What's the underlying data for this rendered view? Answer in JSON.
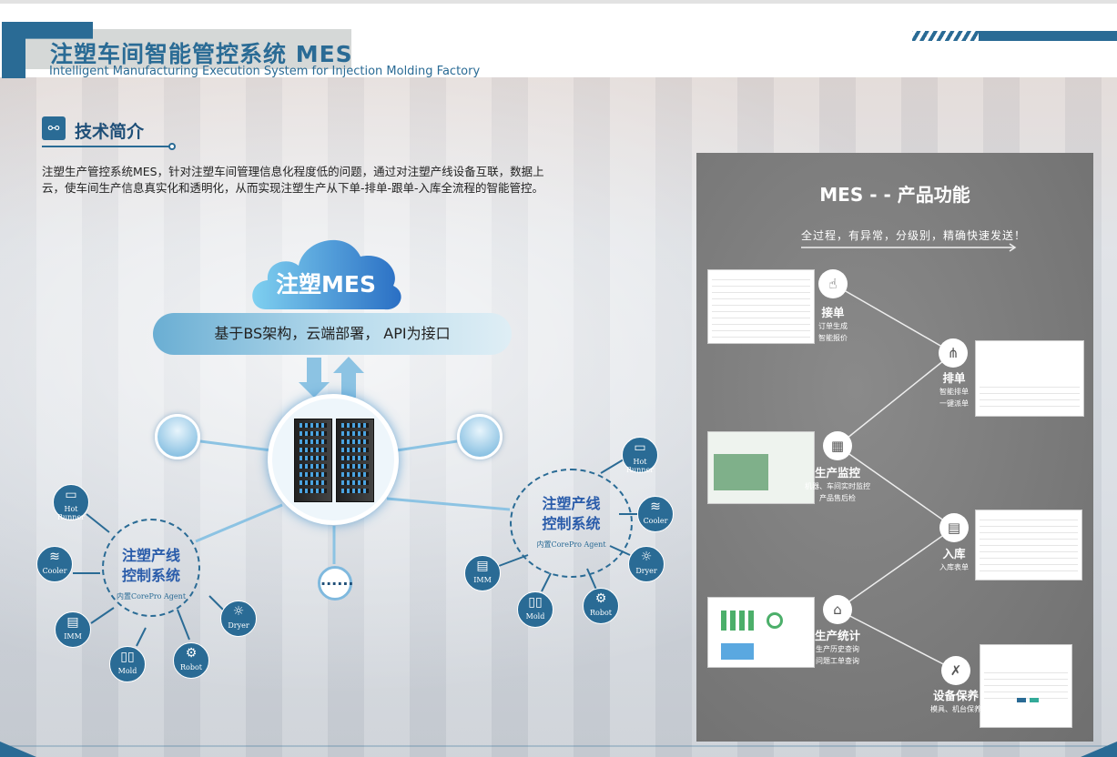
{
  "header": {
    "title": "注塑车间智能管控系统 MES",
    "subtitle": "Intelligent Manufacturing Execution System for Injection Molding Factory"
  },
  "section": {
    "title": "技术简介",
    "icon": "network-icon"
  },
  "intro": "注塑生产管控系统MES，针对注塑车间管理信息化程度低的问题，通过对注塑产线设备互联，数据上云，使车间生产信息真实化和透明化，从而实现注塑生产从下单-排单-跟单-入库全流程的智能管控。",
  "diagram": {
    "cloud_label": "注塑MES",
    "architecture": "基于BS架构，云端部署， API为接口",
    "more": "......",
    "hubs": [
      {
        "title1": "注塑产线",
        "title2": "控制系统",
        "sub": "内置CorePro Agent"
      },
      {
        "title1": "注塑产线",
        "title2": "控制系统",
        "sub": "内置CorePro Agent"
      }
    ],
    "devices": [
      "Hot Runner",
      "Cooler",
      "IMM",
      "Mold",
      "Robot",
      "Dryer"
    ]
  },
  "panel": {
    "title": "MES - - 产品功能",
    "subtitle": "全过程，有异常，分级别，精确快速发送！",
    "features": [
      {
        "name": "接单",
        "lines": [
          "订单生成",
          "智能报价"
        ],
        "icon": "hand-pointer-icon"
      },
      {
        "name": "排单",
        "lines": [
          "智能排单",
          "一键派单"
        ],
        "icon": "flowchart-icon"
      },
      {
        "name": "生产监控",
        "lines": [
          "机器、车间实时监控",
          "产品售后检"
        ],
        "icon": "grid-monitor-icon"
      },
      {
        "name": "入库",
        "lines": [
          "入库表单"
        ],
        "icon": "form-search-icon"
      },
      {
        "name": "生产统计",
        "lines": [
          "生产历史查询",
          "问题工单查询"
        ],
        "icon": "home-icon"
      },
      {
        "name": "设备保养",
        "lines": [
          "模具、机台保养"
        ],
        "icon": "tools-icon"
      }
    ]
  },
  "colors": {
    "brand": "#2a6b95",
    "panel": "#787878",
    "hub_text": "#2a5caa"
  }
}
